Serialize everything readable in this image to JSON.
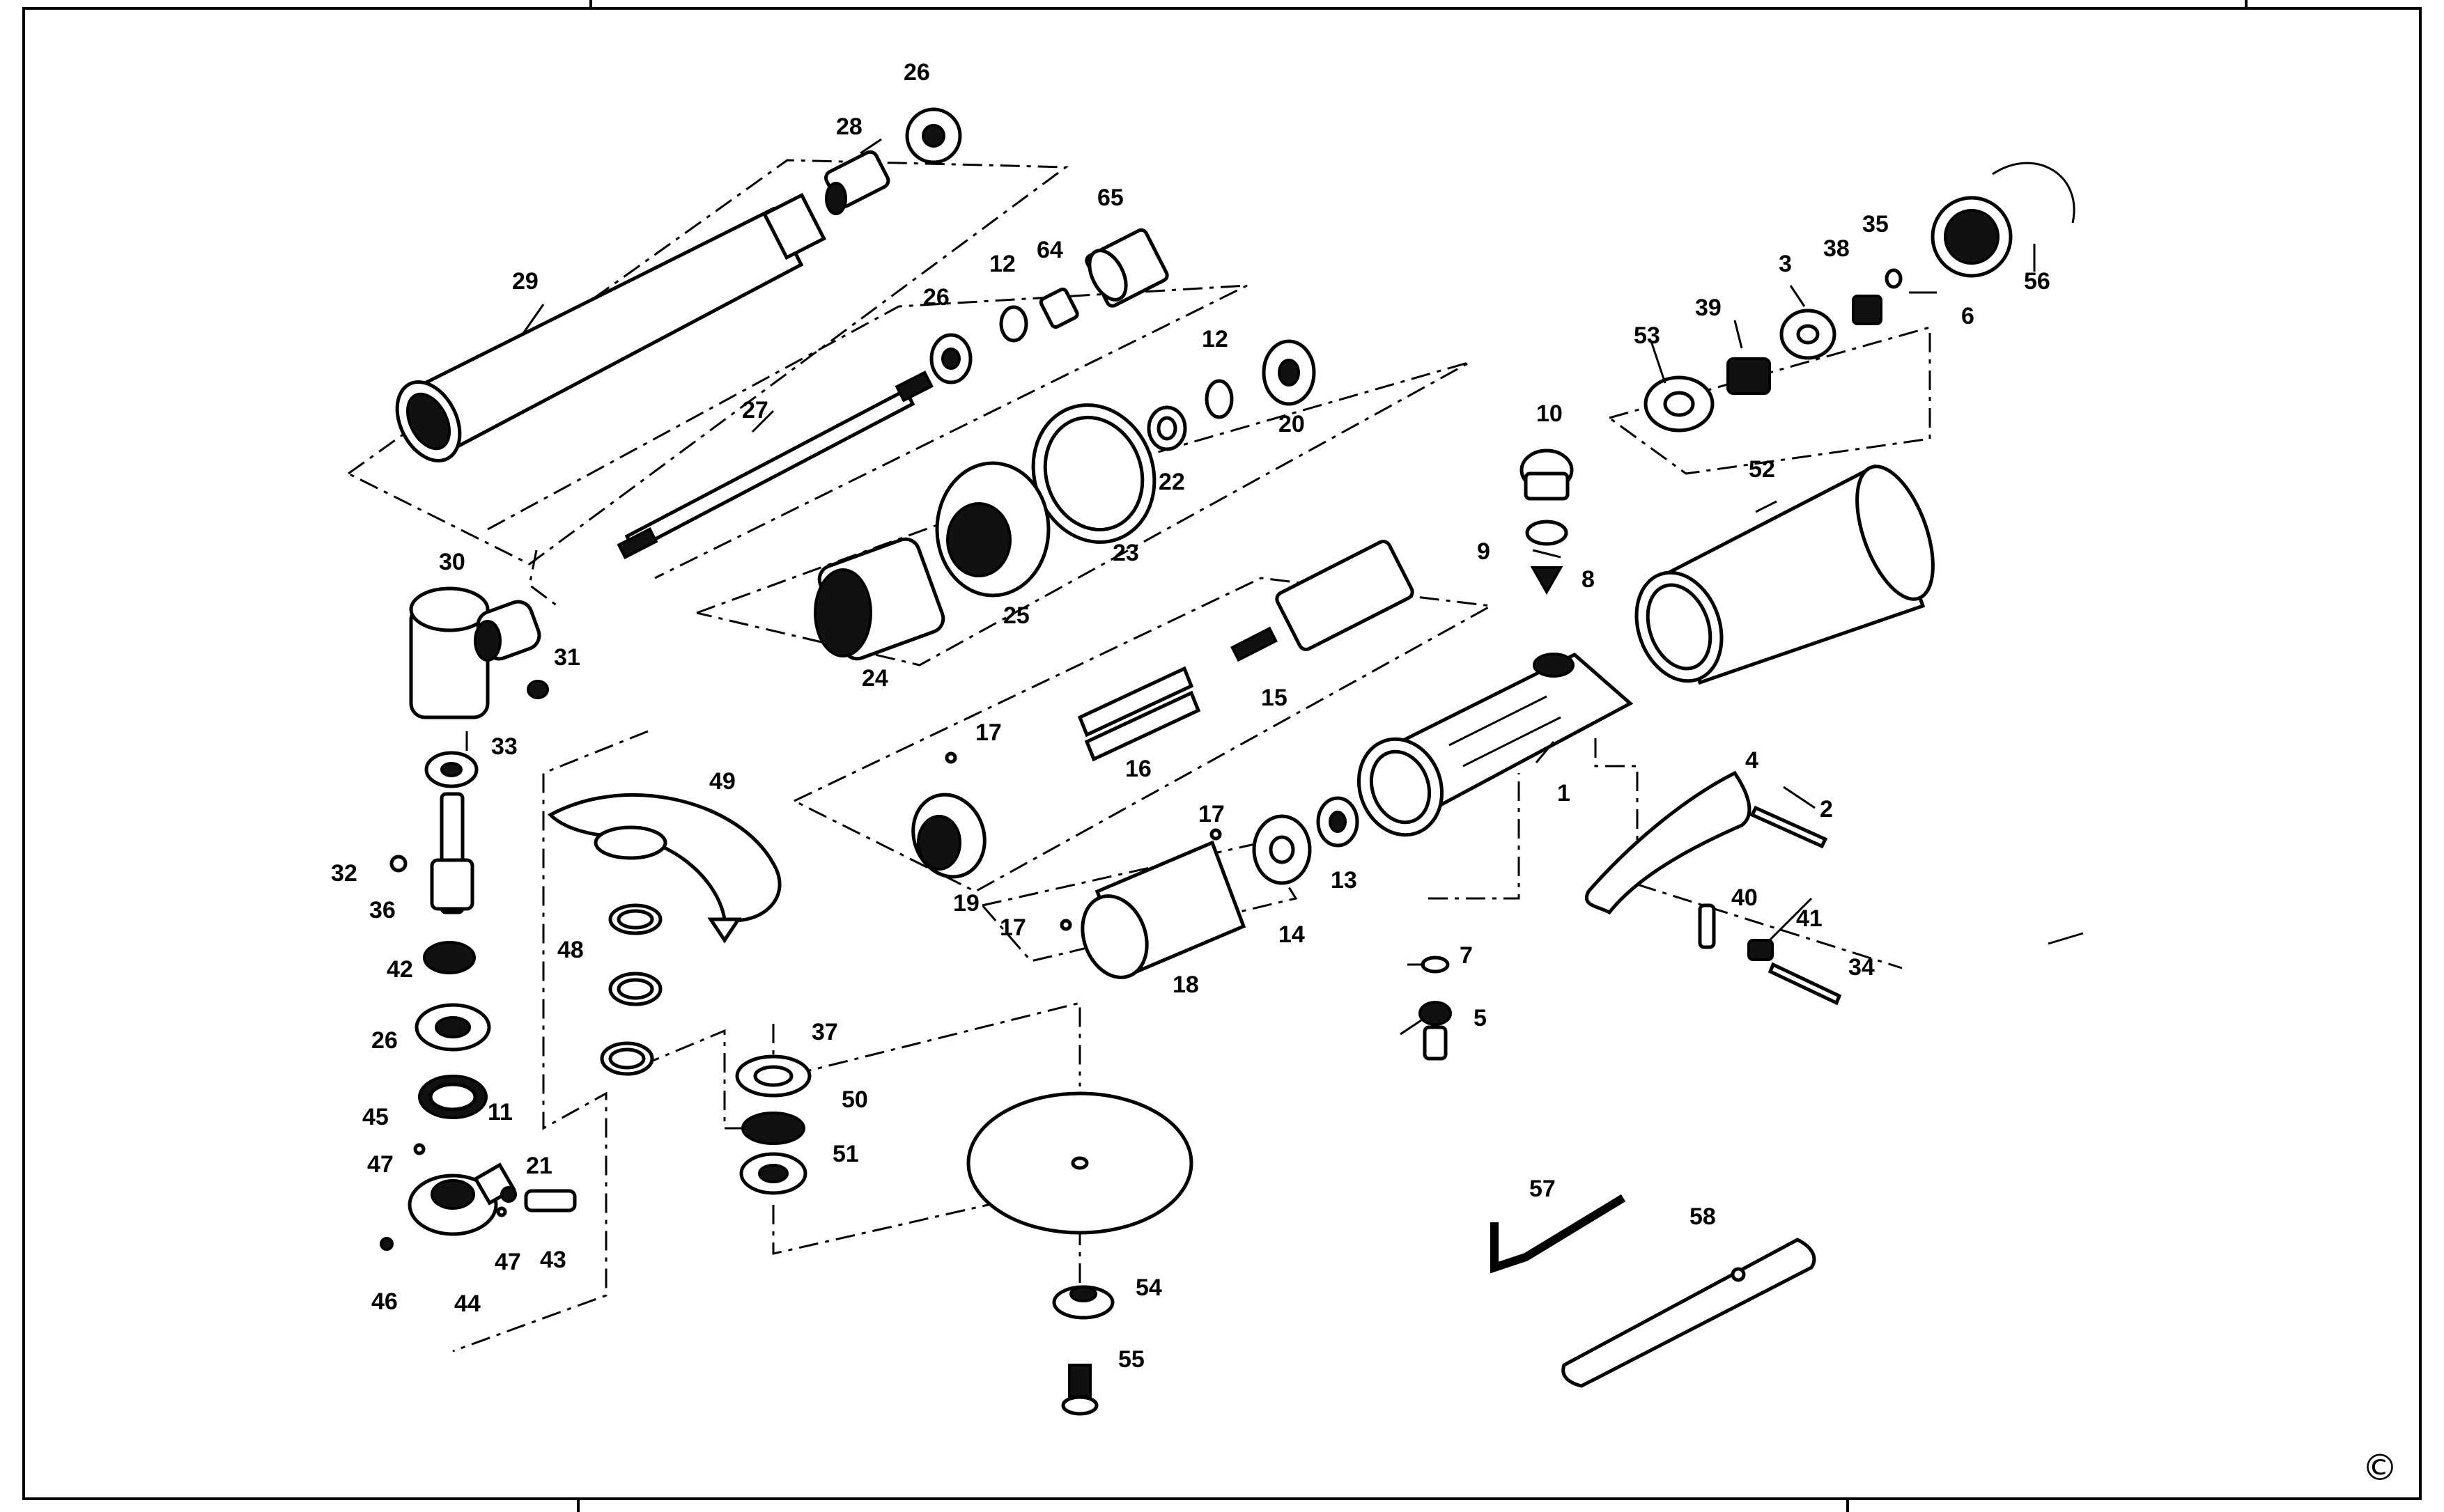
{
  "diagram": {
    "copyright_symbol": "©",
    "callouts": [
      {
        "id": "c1",
        "text": "1"
      },
      {
        "id": "c2",
        "text": "2"
      },
      {
        "id": "c3",
        "text": "3"
      },
      {
        "id": "c4",
        "text": "4"
      },
      {
        "id": "c5",
        "text": "5"
      },
      {
        "id": "c6",
        "text": "6"
      },
      {
        "id": "c7",
        "text": "7"
      },
      {
        "id": "c8",
        "text": "8"
      },
      {
        "id": "c9",
        "text": "9"
      },
      {
        "id": "c10",
        "text": "10"
      },
      {
        "id": "c11",
        "text": "11"
      },
      {
        "id": "c12a",
        "text": "12"
      },
      {
        "id": "c12b",
        "text": "12"
      },
      {
        "id": "c13",
        "text": "13"
      },
      {
        "id": "c14",
        "text": "14"
      },
      {
        "id": "c15",
        "text": "15"
      },
      {
        "id": "c16",
        "text": "16"
      },
      {
        "id": "c17a",
        "text": "17"
      },
      {
        "id": "c17b",
        "text": "17"
      },
      {
        "id": "c17c",
        "text": "17"
      },
      {
        "id": "c18",
        "text": "18"
      },
      {
        "id": "c19",
        "text": "19"
      },
      {
        "id": "c20",
        "text": "20"
      },
      {
        "id": "c21",
        "text": "21"
      },
      {
        "id": "c22",
        "text": "22"
      },
      {
        "id": "c23",
        "text": "23"
      },
      {
        "id": "c24",
        "text": "24"
      },
      {
        "id": "c25",
        "text": "25"
      },
      {
        "id": "c26a",
        "text": "26"
      },
      {
        "id": "c26b",
        "text": "26"
      },
      {
        "id": "c26c",
        "text": "26"
      },
      {
        "id": "c27",
        "text": "27"
      },
      {
        "id": "c28",
        "text": "28"
      },
      {
        "id": "c29",
        "text": "29"
      },
      {
        "id": "c30",
        "text": "30"
      },
      {
        "id": "c31",
        "text": "31"
      },
      {
        "id": "c32",
        "text": "32"
      },
      {
        "id": "c33",
        "text": "33"
      },
      {
        "id": "c34",
        "text": "34"
      },
      {
        "id": "c35",
        "text": "35"
      },
      {
        "id": "c36",
        "text": "36"
      },
      {
        "id": "c37",
        "text": "37"
      },
      {
        "id": "c38",
        "text": "38"
      },
      {
        "id": "c39",
        "text": "39"
      },
      {
        "id": "c40",
        "text": "40"
      },
      {
        "id": "c41",
        "text": "41"
      },
      {
        "id": "c42",
        "text": "42"
      },
      {
        "id": "c43",
        "text": "43"
      },
      {
        "id": "c44",
        "text": "44"
      },
      {
        "id": "c45",
        "text": "45"
      },
      {
        "id": "c46",
        "text": "46"
      },
      {
        "id": "c47a",
        "text": "47"
      },
      {
        "id": "c47b",
        "text": "47"
      },
      {
        "id": "c48",
        "text": "48"
      },
      {
        "id": "c49",
        "text": "49"
      },
      {
        "id": "c50",
        "text": "50"
      },
      {
        "id": "c51",
        "text": "51"
      },
      {
        "id": "c52",
        "text": "52"
      },
      {
        "id": "c53",
        "text": "53"
      },
      {
        "id": "c54",
        "text": "54"
      },
      {
        "id": "c55",
        "text": "55"
      },
      {
        "id": "c56",
        "text": "56"
      },
      {
        "id": "c57",
        "text": "57"
      },
      {
        "id": "c58",
        "text": "58"
      },
      {
        "id": "c64",
        "text": "64"
      },
      {
        "id": "c65",
        "text": "65"
      }
    ]
  }
}
